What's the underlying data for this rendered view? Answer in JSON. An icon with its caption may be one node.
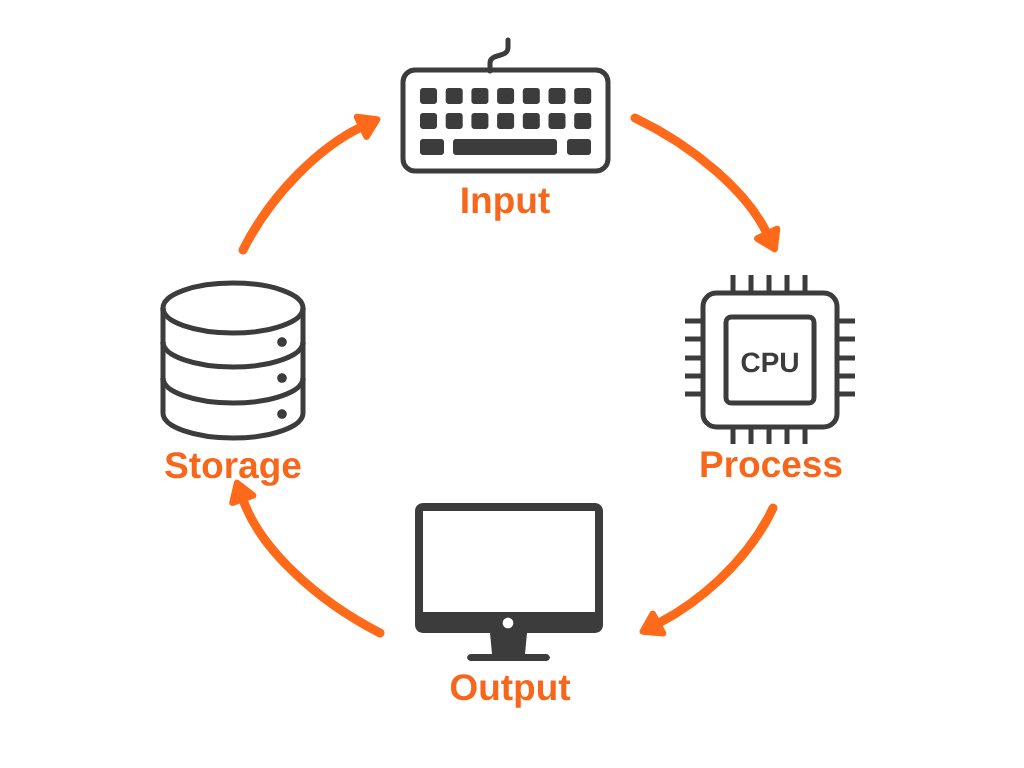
{
  "diagram": {
    "nodes": [
      {
        "text": [
          "Input"
        ]
      },
      {
        "text": [
          "Storage"
        ]
      },
      {
        "text": [
          "CPU",
          "Process"
        ]
      },
      {
        "text": [
          "Output"
        ]
      }
    ],
    "edges": [
      {
        "from": 0,
        "to": 2,
        "arrow": "to"
      },
      {
        "from": 2,
        "to": 3,
        "arrow": "to"
      },
      {
        "from": 3,
        "to": 1,
        "arrow": "to"
      },
      {
        "from": 1,
        "to": 0,
        "arrow": "to"
      }
    ]
  }
}
